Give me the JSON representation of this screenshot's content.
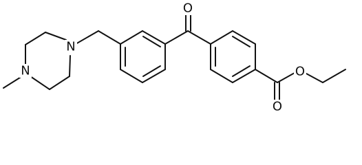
{
  "structure": {
    "atoms": {
      "piperazine_n_top": "N",
      "piperazine_n_bottom": "N",
      "ketone_o": "O",
      "ester_o_single": "O",
      "ester_o_double": "O"
    }
  }
}
